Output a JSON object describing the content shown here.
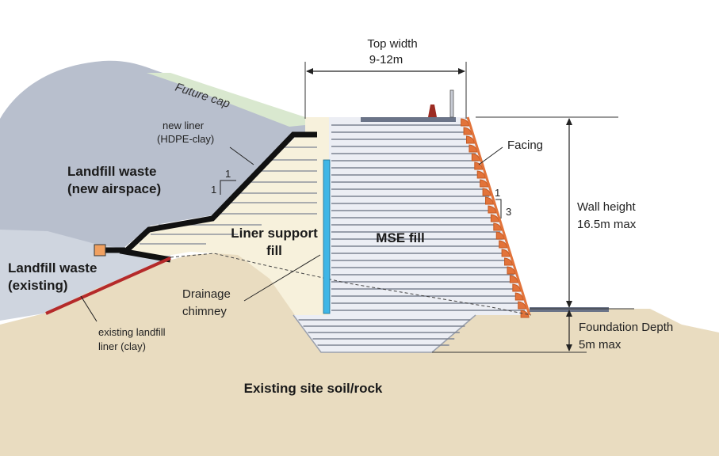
{
  "labels": {
    "top_width_line1": "Top width",
    "top_width_line2": "9-12m",
    "future_cap": "Future cap",
    "new_liner_line1": "new liner",
    "new_liner_line2": "(HDPE-clay)",
    "facing": "Facing",
    "landfill_new_line1": "Landfill waste",
    "landfill_new_line2": "(new airspace)",
    "slope_left_h": "1",
    "slope_left_v": "1",
    "slope_right_h": "1",
    "slope_right_v": "3",
    "wall_height_line1": "Wall height",
    "wall_height_line2": "16.5m max",
    "liner_support_line1": "Liner support",
    "liner_support_line2": "fill",
    "mse_fill": "MSE fill",
    "landfill_existing_line1": "Landfill waste",
    "landfill_existing_line2": "(existing)",
    "drainage_line1": "Drainage",
    "drainage_line2": "chimney",
    "foundation_line1": "Foundation Depth",
    "foundation_line2": "5m max",
    "existing_liner_line1": "existing landfill",
    "existing_liner_line2": "liner (clay)",
    "site_soil": "Existing site soil/rock"
  },
  "colors": {
    "soil": "#e9dcc0",
    "new_waste": "#b8bfcd",
    "existing_waste": "#cfd5df",
    "future_cap": "#d9e8cf",
    "liner_support": "#f7f1dc",
    "mse_fill": "#eceef4",
    "drainage": "#3fb6e6",
    "facing": "#e2733a",
    "existing_liner": "#b52a2a",
    "new_liner": "#111111"
  },
  "icons": [
    "double-arrow-icon",
    "drain-pipe-icon"
  ]
}
